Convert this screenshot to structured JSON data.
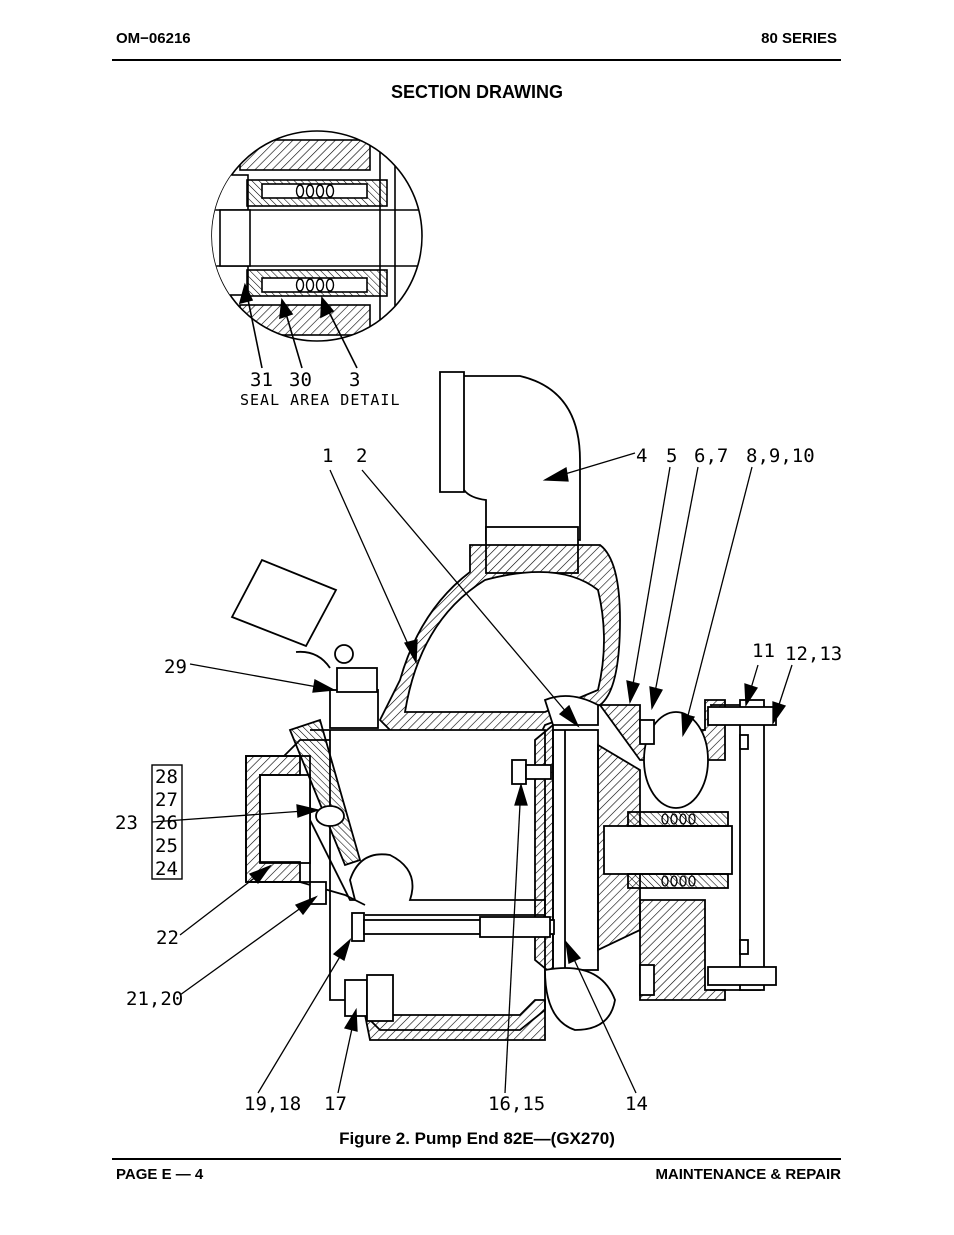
{
  "header": {
    "doc_number": "OM−06216",
    "series": "80 SERIES"
  },
  "title": "SECTION DRAWING",
  "detail": {
    "caption": "SEAL AREA DETAIL",
    "labels": [
      "31",
      "30",
      "3"
    ]
  },
  "callouts": {
    "c1": "1",
    "c2": "2",
    "c4": "4",
    "c5": "5",
    "c67": "6,7",
    "c8910": "8,9,10",
    "c11": "11",
    "c1213": "12,13",
    "c29": "29",
    "c23": "23",
    "c28": "28",
    "c27": "27",
    "c26": "26",
    "c25": "25",
    "c24": "24",
    "c22": "22",
    "c2120": "21,20",
    "c1918": "19,18",
    "c17": "17",
    "c1615": "16,15",
    "c14": "14"
  },
  "figure_caption": "Figure 2.  Pump End 82E—(GX270)",
  "footer": {
    "page": "PAGE E — 4",
    "section": "MAINTENANCE & REPAIR"
  }
}
